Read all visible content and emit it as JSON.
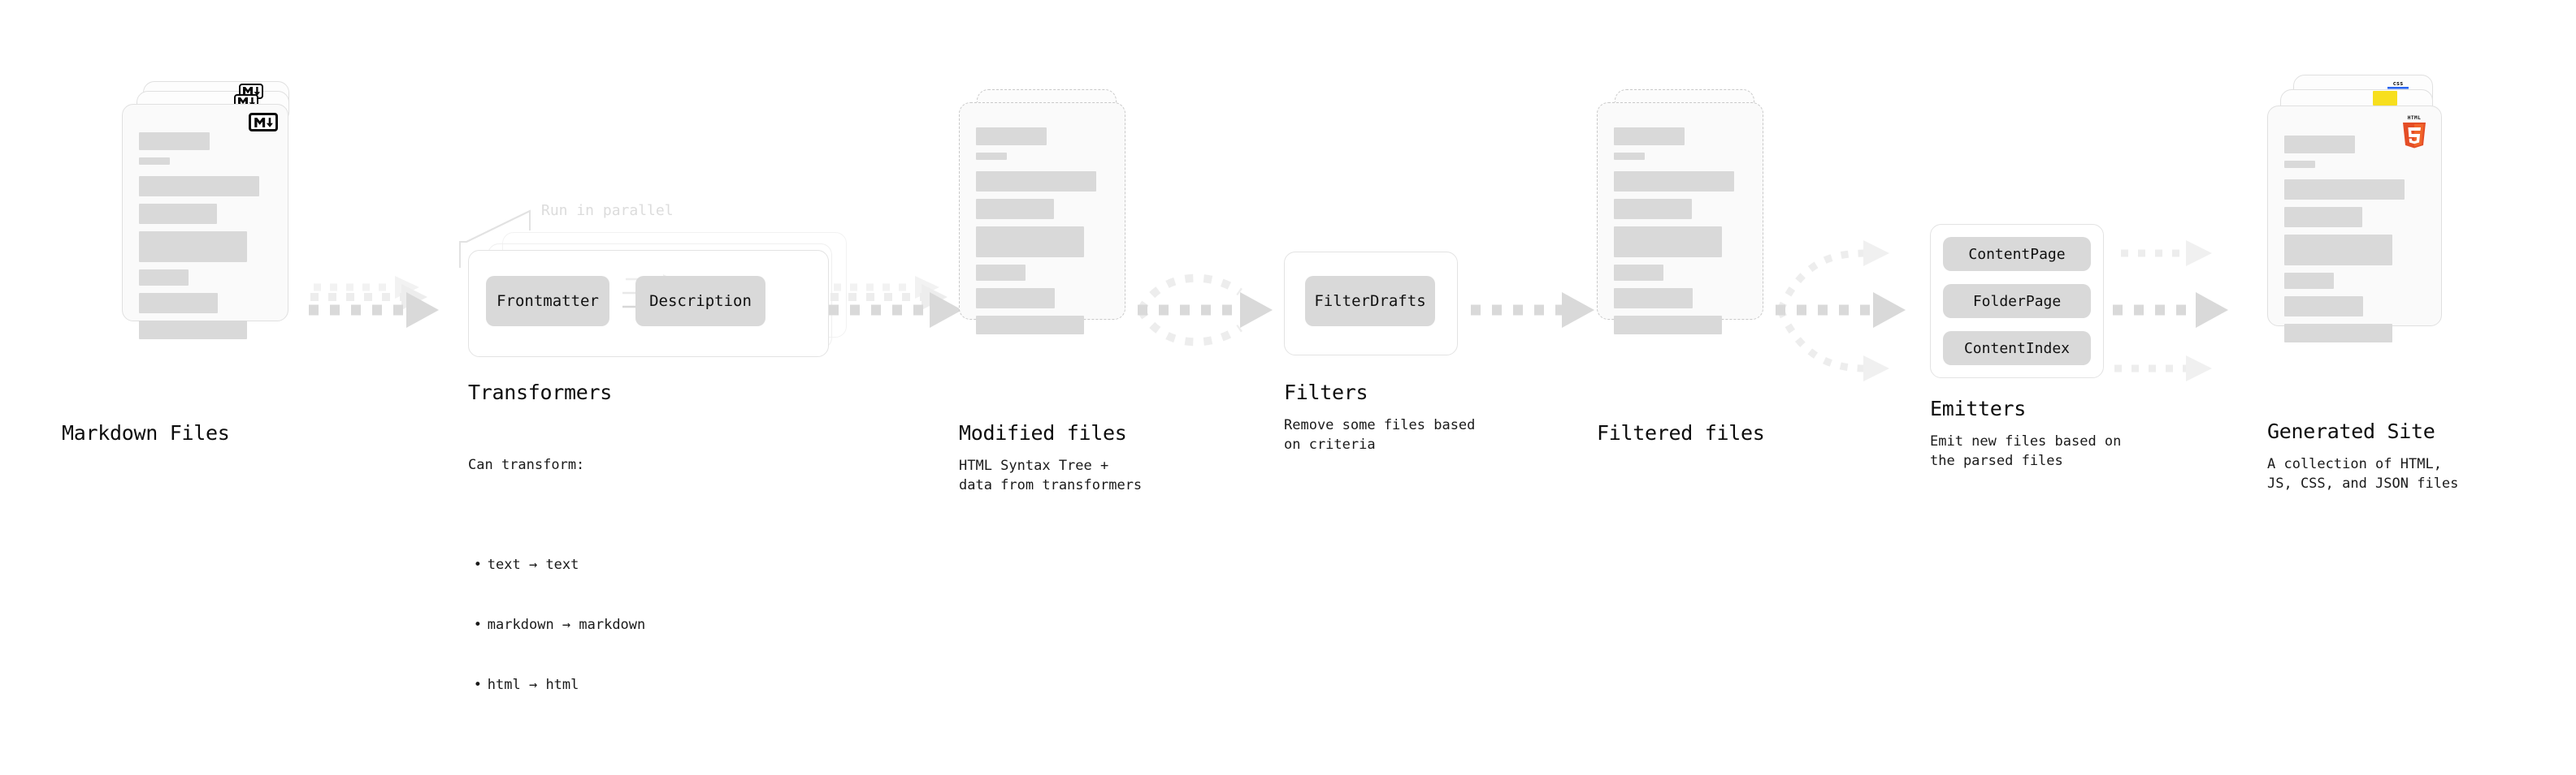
{
  "diagram": {
    "title": "Quartz content pipeline",
    "accent_gray": "#d9d9d9",
    "ink": "#0d0d0d"
  },
  "stages": [
    {
      "id": "markdown-files",
      "title": "Markdown Files",
      "subtitle": "",
      "icon": "markdown-badge",
      "card_style": "solid-stack"
    },
    {
      "id": "transformers",
      "title": "Transformers",
      "subtitle": "Can transform:",
      "bullets": [
        "text → text",
        "markdown → markdown",
        "html → html"
      ],
      "annotation": "Run in parallel",
      "chips": [
        "Frontmatter",
        "Description"
      ]
    },
    {
      "id": "modified-files",
      "title": "Modified files",
      "subtitle": "HTML Syntax Tree +\ndata from transformers",
      "card_style": "dashed-stack"
    },
    {
      "id": "filters",
      "title": "Filters",
      "subtitle": "Remove some files based\non criteria",
      "chips": [
        "FilterDrafts"
      ]
    },
    {
      "id": "filtered-files",
      "title": "Filtered files",
      "subtitle": "",
      "card_style": "dashed-stack"
    },
    {
      "id": "emitters",
      "title": "Emitters",
      "subtitle": "Emit new files based on\nthe parsed files",
      "chips": [
        "ContentPage",
        "FolderPage",
        "ContentIndex"
      ]
    },
    {
      "id": "generated-site",
      "title": "Generated Site",
      "subtitle": "A collection of HTML,\nJS, CSS, and JSON files",
      "icons": [
        "css-badge",
        "js-badge",
        "html5-badge"
      ],
      "card_style": "solid-stack"
    }
  ],
  "icons": {
    "markdown": "markdown-badge-icon",
    "html5": "html5-badge-icon",
    "css3": "css-badge-icon",
    "javascript": "js-badge-icon",
    "arrow": "arrow-right-icon"
  }
}
